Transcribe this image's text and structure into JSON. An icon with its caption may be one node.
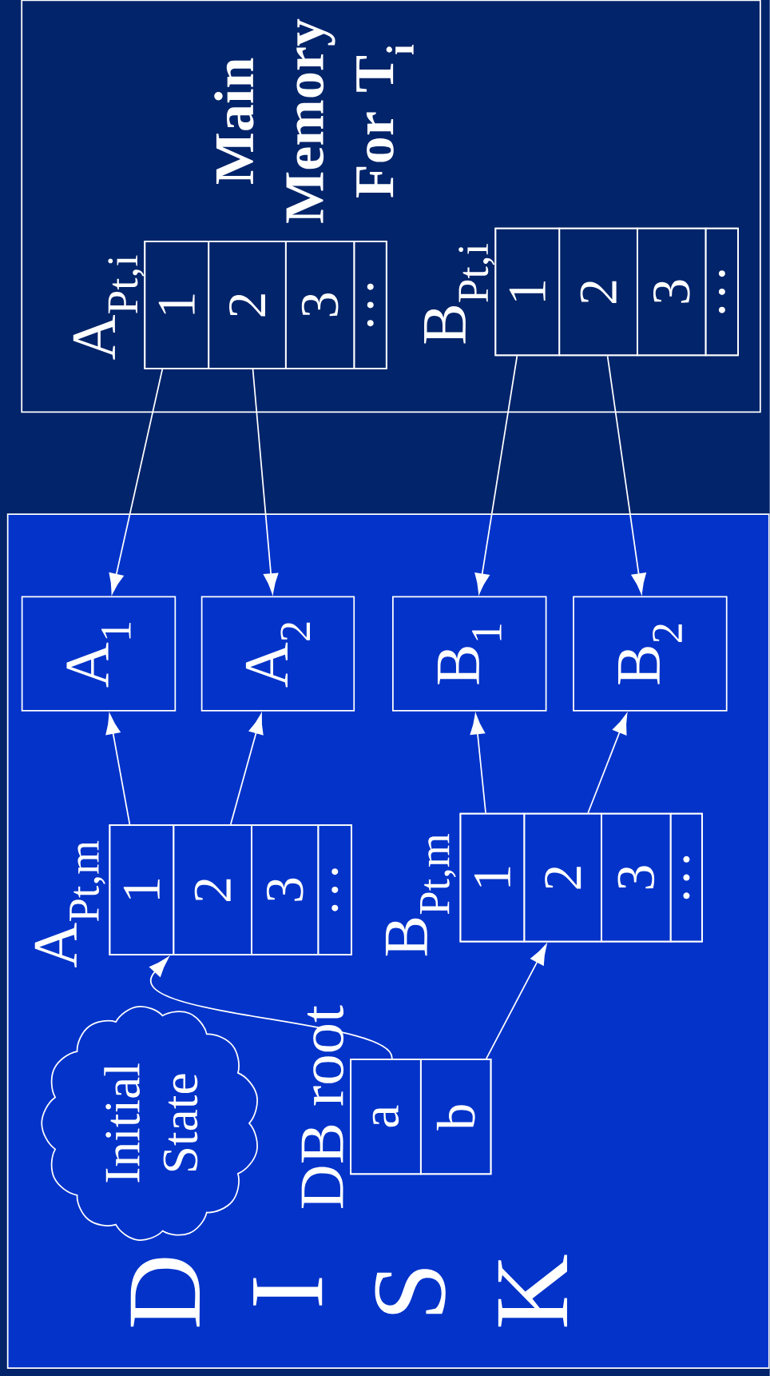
{
  "diagram": {
    "nodes": [
      {
        "text": [
          "Main Memory For T$_{i}$"
        ]
      },
      {
        "text": [
          "A$_{Pt,i}$"
        ],
        "in": 0
      },
      {
        "text": [
          "1"
        ],
        "in": 1
      },
      {
        "text": [
          "2"
        ],
        "in": 1
      },
      {
        "text": [
          "3"
        ],
        "in": 1
      },
      {
        "text": [
          "…"
        ],
        "in": 1
      },
      {
        "text": [
          "B$_{Pt,i}$"
        ],
        "in": 0
      },
      {
        "text": [
          "1"
        ],
        "in": 6
      },
      {
        "text": [
          "2"
        ],
        "in": 6
      },
      {
        "text": [
          "3"
        ],
        "in": 6
      },
      {
        "text": [
          "…"
        ],
        "in": 6
      },
      {
        "text": [
          "D I S K"
        ]
      },
      {
        "text": [
          "A$_{1}$"
        ],
        "in": 11
      },
      {
        "text": [
          "A$_{2}$"
        ],
        "in": 11
      },
      {
        "text": [
          "B$_{1}$"
        ],
        "in": 11
      },
      {
        "text": [
          "B$_{2}$"
        ],
        "in": 11
      },
      {
        "text": [
          "Initial State"
        ],
        "in": 11
      },
      {
        "text": [
          "A$_{Pt,m}$"
        ],
        "in": 11
      },
      {
        "text": [
          "1"
        ],
        "in": 17
      },
      {
        "text": [
          "2"
        ],
        "in": 17
      },
      {
        "text": [
          "3"
        ],
        "in": 17
      },
      {
        "text": [
          "…"
        ],
        "in": 17
      },
      {
        "text": [
          "B$_{Pt,m}$"
        ],
        "in": 11
      },
      {
        "text": [
          "1"
        ],
        "in": 22
      },
      {
        "text": [
          "2"
        ],
        "in": 22
      },
      {
        "text": [
          "3"
        ],
        "in": 22
      },
      {
        "text": [
          "…"
        ],
        "in": 22
      },
      {
        "text": [
          "DB root"
        ],
        "in": 11
      },
      {
        "text": [
          "a"
        ],
        "in": 27
      },
      {
        "text": [
          "b"
        ],
        "in": 27
      }
    ],
    "edges": [
      {
        "from": 2,
        "to": 12,
        "arrow": "to"
      },
      {
        "from": 3,
        "to": 13,
        "arrow": "to"
      },
      {
        "from": 7,
        "to": 14,
        "arrow": "to"
      },
      {
        "from": 8,
        "to": 15,
        "arrow": "to"
      },
      {
        "from": 18,
        "to": 12,
        "arrow": "to"
      },
      {
        "from": 19,
        "to": 13,
        "arrow": "to"
      },
      {
        "from": 23,
        "to": 14,
        "arrow": "to"
      },
      {
        "from": 24,
        "to": 15,
        "arrow": "to"
      },
      {
        "from": 28,
        "to": 17,
        "arrow": "to"
      },
      {
        "from": 29,
        "to": 22,
        "arrow": "to"
      }
    ]
  }
}
